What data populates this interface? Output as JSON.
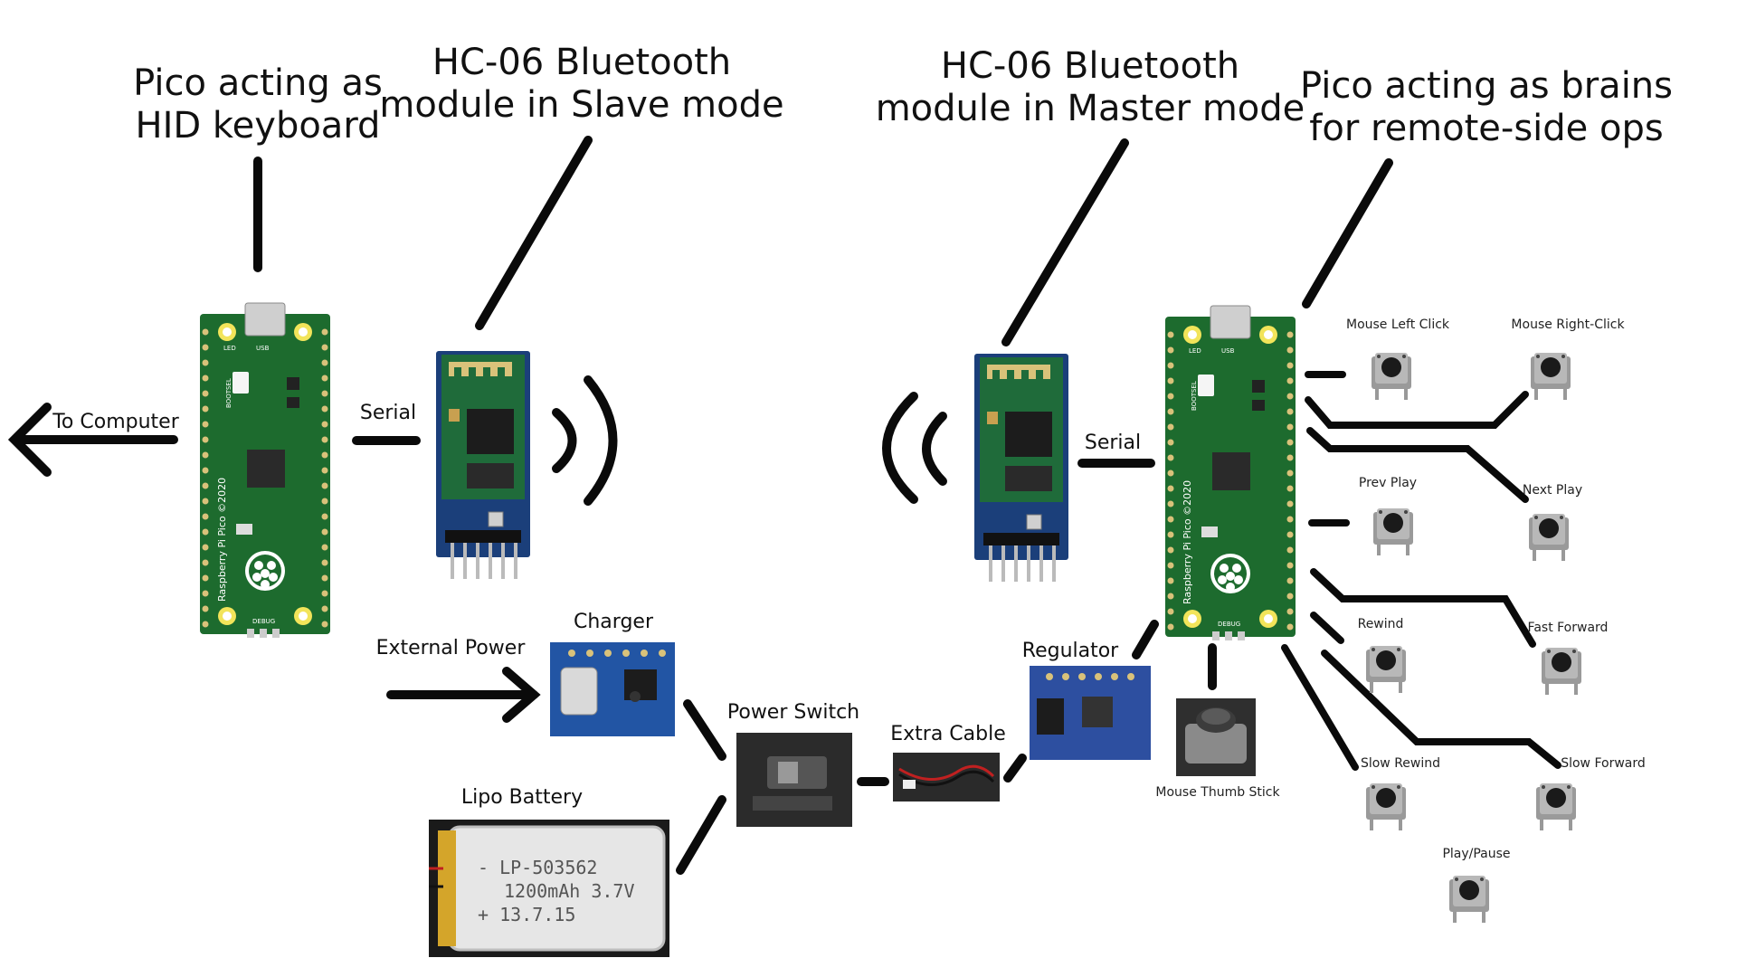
{
  "headings": {
    "pico_hid_line1": "Pico acting as",
    "pico_hid_line2": "HID keyboard",
    "bt_slave_line1": "HC-06 Bluetooth",
    "bt_slave_line2": "module in Slave mode",
    "bt_master_line1": "HC-06 Bluetooth",
    "bt_master_line2": "module in Master mode",
    "pico_brain_line1": "Pico acting as brains",
    "pico_brain_line2": "for remote-side ops"
  },
  "labels": {
    "to_computer": "To Computer",
    "serial_left": "Serial",
    "serial_right": "Serial",
    "external_power": "External Power",
    "charger": "Charger",
    "power_switch": "Power Switch",
    "extra_cable": "Extra Cable",
    "regulator": "Regulator",
    "lipo_battery": "Lipo Battery",
    "mouse_thumb_stick": "Mouse Thumb Stick"
  },
  "buttons": {
    "mouse_left_click": "Mouse Left Click",
    "mouse_right_click": "Mouse Right-Click",
    "prev_play": "Prev Play",
    "next_play": "Next Play",
    "rewind": "Rewind",
    "fast_forward": "Fast Forward",
    "slow_rewind": "Slow Rewind",
    "slow_forward": "Slow Forward",
    "play_pause": "Play/Pause"
  },
  "battery": {
    "line1": "-  LP-503562",
    "line2": "1200mAh 3.7V",
    "line3": "+  13.7.15"
  },
  "board": {
    "silk_vertical": "Raspberry Pi Pico ©2020",
    "led": "LED",
    "usb": "USB",
    "bootsel": "BOOTSEL",
    "debug": "DEBUG"
  },
  "colors": {
    "pcb_green": "#1d6b2e",
    "bt_board_blue": "#1b3f7a",
    "charger_blue": "#2255a4",
    "line_black": "#0a0a0a"
  }
}
